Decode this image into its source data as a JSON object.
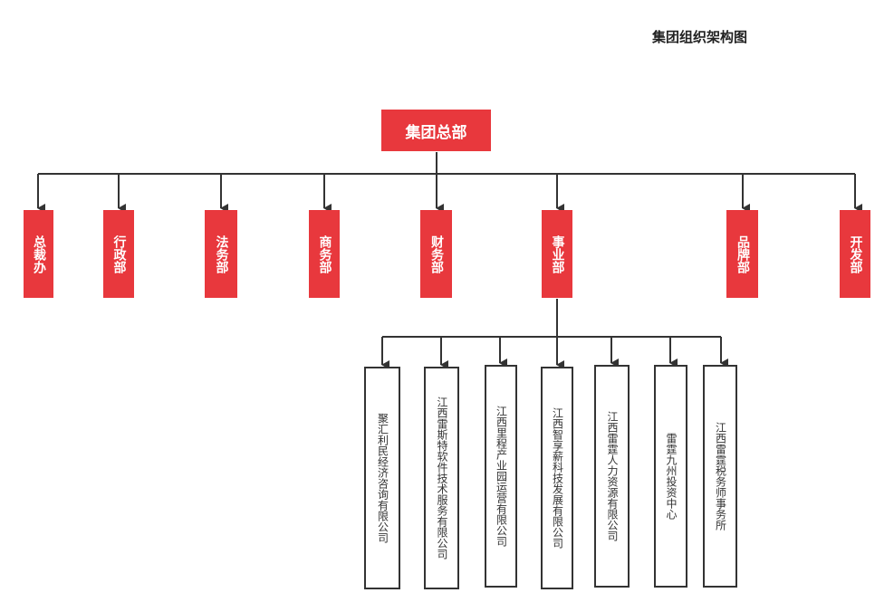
{
  "title": "集团组织架构图",
  "root": "集团总部",
  "departments": [
    "总裁办",
    "行政部",
    "法务部",
    "商务部",
    "财务部",
    "事业部",
    "品牌部",
    "开发部"
  ],
  "subsidiaries": [
    "聚汇利民经济咨询有限公司",
    "江西雷斯特软件技术服务有限公司",
    "江西里程产业园运营有限公司",
    "江西智享薪科技发展有限公司",
    "江西雷霆人力资源有限公司",
    "雷霆九州投资中心",
    "江西雷霆税务师事务所"
  ],
  "colors": {
    "node_fill": "#e8383d",
    "node_text": "#ffffff",
    "line": "#333333"
  }
}
